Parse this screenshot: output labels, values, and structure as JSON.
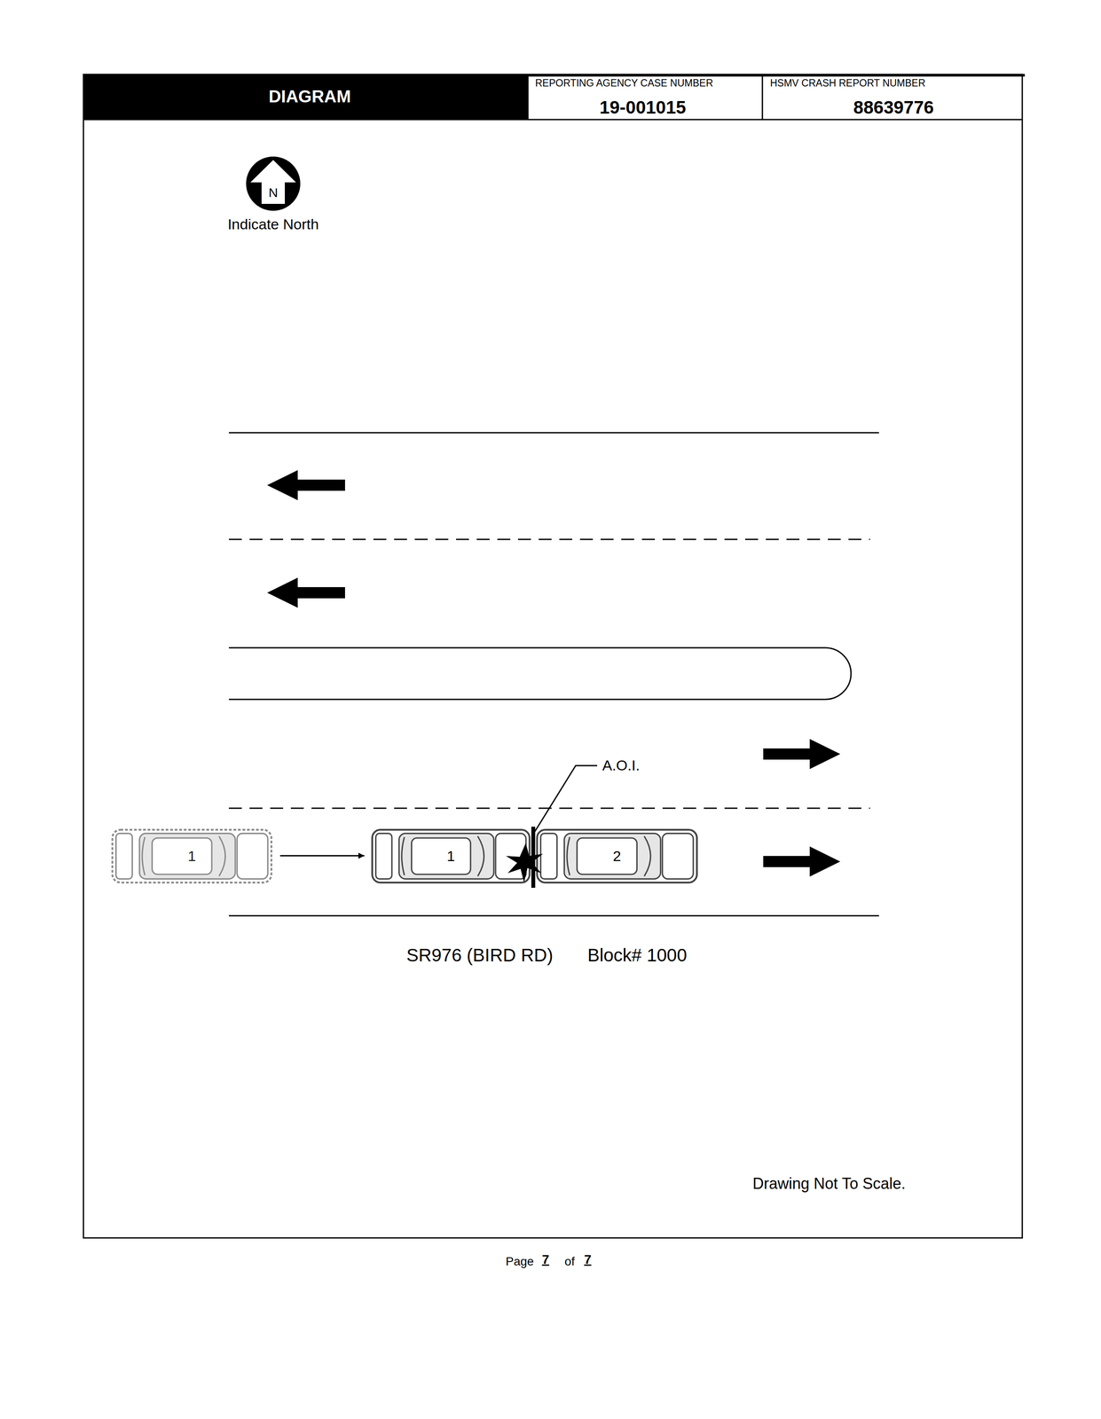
{
  "diagram": {
    "title": "DIAGRAM",
    "nodes": [
      {
        "text": [
          "N",
          "Indicate North"
        ]
      },
      {
        "text": [
          "1"
        ]
      },
      {
        "text": [
          "1"
        ]
      },
      {
        "text": [
          "2"
        ]
      }
    ],
    "edges": [
      {
        "from": 1,
        "to": 2,
        "arrow": "to"
      }
    ],
    "labels": [
      "REPORTING AGENCY CASE NUMBER",
      "19-001015",
      "HSMV CRASH REPORT NUMBER",
      "88639776",
      "A.O.I.",
      "SR976 (BIRD RD)",
      "Block# 1000",
      "Drawing Not To Scale.",
      "Page",
      "7",
      "of",
      "7"
    ]
  }
}
